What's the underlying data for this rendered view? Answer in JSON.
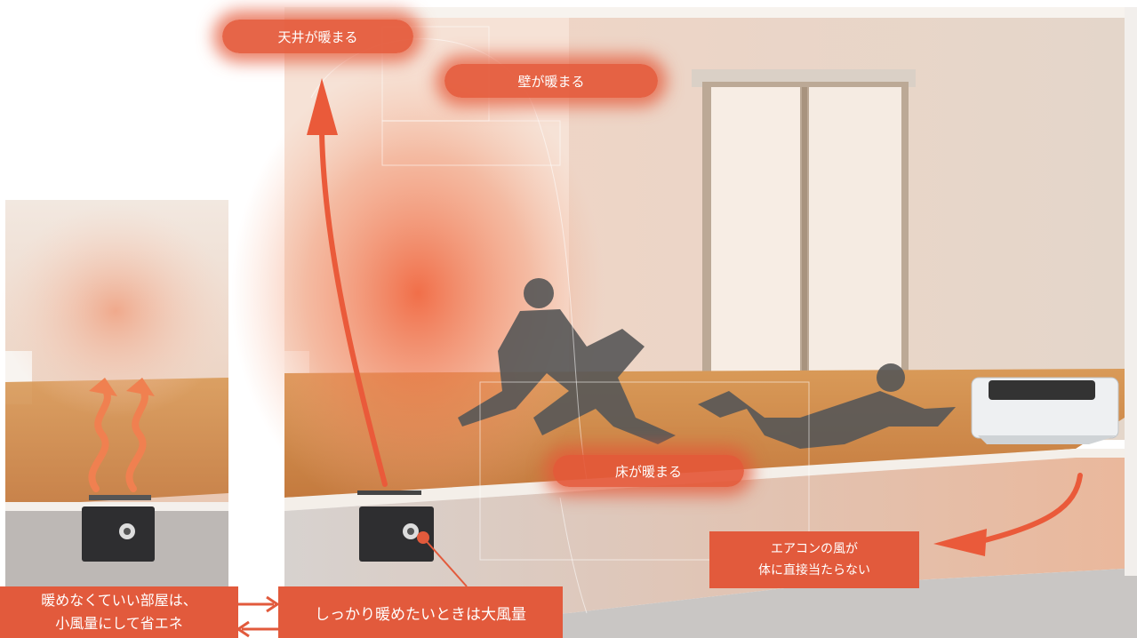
{
  "labels": {
    "ceiling": "天井が暖まる",
    "wall": "壁が暖まる",
    "floor": "床が暖まる",
    "aircon_line1": "エアコンの風が",
    "aircon_line2": "体に直接当たらない",
    "low_line1": "暖めなくていい部屋は、",
    "low_line2": "小風量にして省エネ",
    "high": "しっかり暖めたいときは大風量"
  },
  "colors": {
    "accent": "#e25a3c",
    "heat": "#f07a50",
    "floor_wood": "#c98a4a",
    "wall": "#e6d8cc",
    "silhouette": "#5a5a5a"
  },
  "icons": [
    "heat-wave-icon",
    "up-arrow-icon",
    "curved-arrow-icon",
    "double-arrow-icon",
    "vent-unit-icon",
    "air-conditioner-icon"
  ]
}
